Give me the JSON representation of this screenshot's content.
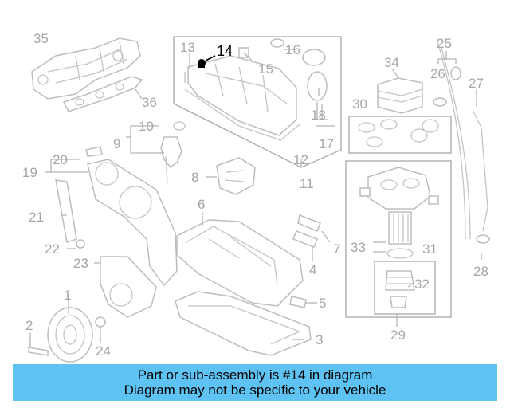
{
  "diagram": {
    "highlight_color": "#000000",
    "part_color": "#a6a6a6",
    "callouts": [
      {
        "id": "c35",
        "text": "35"
      },
      {
        "id": "c36",
        "text": "36"
      },
      {
        "id": "c13",
        "text": "13"
      },
      {
        "id": "c14",
        "text": "14"
      },
      {
        "id": "c15",
        "text": "15"
      },
      {
        "id": "c16",
        "text": "16"
      },
      {
        "id": "c18",
        "text": "18"
      },
      {
        "id": "c17",
        "text": "17"
      },
      {
        "id": "c12",
        "text": "12"
      },
      {
        "id": "c11",
        "text": "11"
      },
      {
        "id": "c10",
        "text": "10"
      },
      {
        "id": "c9",
        "text": "9"
      },
      {
        "id": "c20",
        "text": "20"
      },
      {
        "id": "c19",
        "text": "19"
      },
      {
        "id": "c8",
        "text": "8"
      },
      {
        "id": "c21",
        "text": "21"
      },
      {
        "id": "c6",
        "text": "6"
      },
      {
        "id": "c22",
        "text": "22"
      },
      {
        "id": "c23",
        "text": "23"
      },
      {
        "id": "c7",
        "text": "7"
      },
      {
        "id": "c4",
        "text": "4"
      },
      {
        "id": "c5",
        "text": "5"
      },
      {
        "id": "c1",
        "text": "1"
      },
      {
        "id": "c2",
        "text": "2"
      },
      {
        "id": "c24",
        "text": "24"
      },
      {
        "id": "c3",
        "text": "3"
      },
      {
        "id": "c25",
        "text": "25"
      },
      {
        "id": "c34",
        "text": "34"
      },
      {
        "id": "c26",
        "text": "26"
      },
      {
        "id": "c27",
        "text": "27"
      },
      {
        "id": "c30",
        "text": "30"
      },
      {
        "id": "c33",
        "text": "33"
      },
      {
        "id": "c31",
        "text": "31"
      },
      {
        "id": "c32",
        "text": "32"
      },
      {
        "id": "c28",
        "text": "28"
      },
      {
        "id": "c29",
        "text": "29"
      }
    ]
  },
  "banner": {
    "background": "#5ec3f2",
    "line1": "Part or sub-assembly is #14 in diagram",
    "line2": "Diagram may not be specific to your vehicle"
  }
}
